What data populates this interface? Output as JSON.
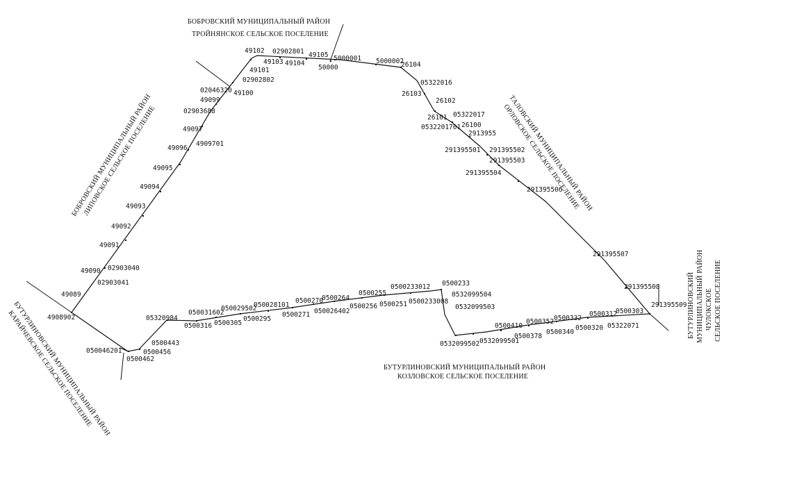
{
  "regions": {
    "north": [
      "БОБРОВСКИЙ МУНИЦИПАЛЬНЫЙ РАЙОН",
      "ТРОЙНЯНСКОЕ СЕЛЬСКОЕ ПОСЕЛЕНИЕ"
    ],
    "west": [
      "БОБРОВСКИЙ МУНИЦИПАЛЬНЫЙ РАЙОН",
      "ЛИПОВСКОЕ СЕЛЬСКОЕ ПОСЕЛЕНИЕ"
    ],
    "east": [
      "ТАЛОВСКИЙ МУНИЦИПАЛЬНЫЙ РАЙОН",
      "ОРЛОВСКОЕ СЕЛЬСКОЕ ПОСЕЛЕНИЕ"
    ],
    "southwest": [
      "БУТУРЛИНОВСКИЙ МУНИЦИПАЛЬНЫЙ РАЙОН",
      "КАРАЙЧЕВСКОЕ СЕЛЬСКОЕ ПОСЕЛЕНИЕ"
    ],
    "south": [
      "БУТУРЛИНОВСКИЙ МУНИЦИПАЛЬНЫЙ РАЙОН",
      "КОЗЛОВСКОЕ СЕЛЬСКОЕ ПОСЕЛЕНИЕ"
    ],
    "southeast": [
      "БУТУРЛИНОВСКИЙ",
      "МУНИЦИПАЛЬНЫЙ РАЙОН",
      "ЧУЛОКСКОЕ",
      "СЕЛЬСКОЕ ПОСЕЛЕНИЕ"
    ]
  },
  "points": {
    "west_edge": [
      "4908902",
      "49089",
      "02903041",
      "02903040",
      "49090",
      "49091",
      "49092",
      "49093",
      "49094",
      "49095",
      "49096",
      "4909701",
      "49097",
      "02903688",
      "49099",
      "02046320",
      "49100",
      "02902802",
      "49101"
    ],
    "north_edge": [
      "49102",
      "49103",
      "02902801",
      "49104",
      "49105",
      "50000",
      "5000001",
      "5000002",
      "26104"
    ],
    "east_edge": [
      "05322016",
      "26103",
      "26102",
      "05322017",
      "26101",
      "26100",
      "0532201701",
      "2913955",
      "291395501",
      "291395502",
      "291395503",
      "291395504",
      "291395506",
      "291395507",
      "291395508",
      "291395509"
    ],
    "south_edge_east": [
      "05322071",
      "0500303",
      "0500312",
      "0500320",
      "0500332",
      "0500340",
      "0500352",
      "0500378",
      "0500410",
      "0532099501",
      "0532099502",
      "0532099503",
      "0532099504",
      "0500233"
    ],
    "south_edge_west": [
      "0500233008",
      "0500233012",
      "0500251",
      "0500255",
      "0500256",
      "0500264",
      "050026402",
      "0500270",
      "0500271",
      "050028101",
      "0500295",
      "050029502",
      "0500305",
      "050031602",
      "0500316",
      "05320984",
      "0500443",
      "0500456",
      "0500462",
      "050046201"
    ]
  }
}
